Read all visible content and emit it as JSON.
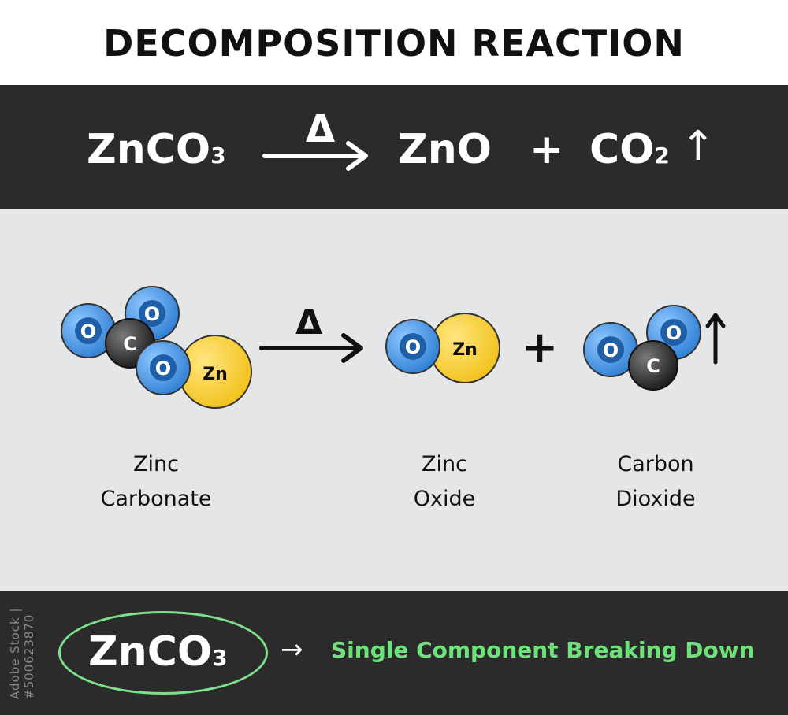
{
  "title": "DECOMPOSITION REACTION",
  "equation": {
    "reactant": "ZnCO",
    "reactant_sub": "3",
    "heat_symbol": "Δ",
    "product1": "ZnO",
    "plus": "+",
    "product2": "CO",
    "product2_sub": "2",
    "gas_arrow": "↑"
  },
  "molecules": {
    "zinc_carbonate": {
      "atoms": {
        "zn": "Zn",
        "c": "C",
        "o1": "O",
        "o2": "O",
        "o3": "O"
      }
    },
    "zinc_oxide": {
      "atoms": {
        "zn": "Zn",
        "o": "O"
      }
    },
    "carbon_dioxide": {
      "atoms": {
        "c": "C",
        "o1": "O",
        "o2": "O"
      }
    },
    "heat_symbol": "Δ",
    "plus": "+",
    "gas_arrow": "↑"
  },
  "names": {
    "zinc_carbonate": [
      "Zinc",
      "Carbonate"
    ],
    "zinc_oxide": [
      "Zinc",
      "Oxide"
    ],
    "carbon_dioxide": [
      "Carbon",
      "Dioxide"
    ]
  },
  "summary": {
    "formula": "ZnCO",
    "formula_sub": "3",
    "arrow": "→",
    "description": "Single Component Breaking Down"
  },
  "watermark": "Adobe Stock | #500623870",
  "colors": {
    "oxygen": "#2f7fd4",
    "carbon": "#2a2a2a",
    "zinc": "#f2c21b",
    "dark_band": "#2b2b2b",
    "light_band": "#e5e6e8",
    "accent_green": "#6ee27a"
  }
}
